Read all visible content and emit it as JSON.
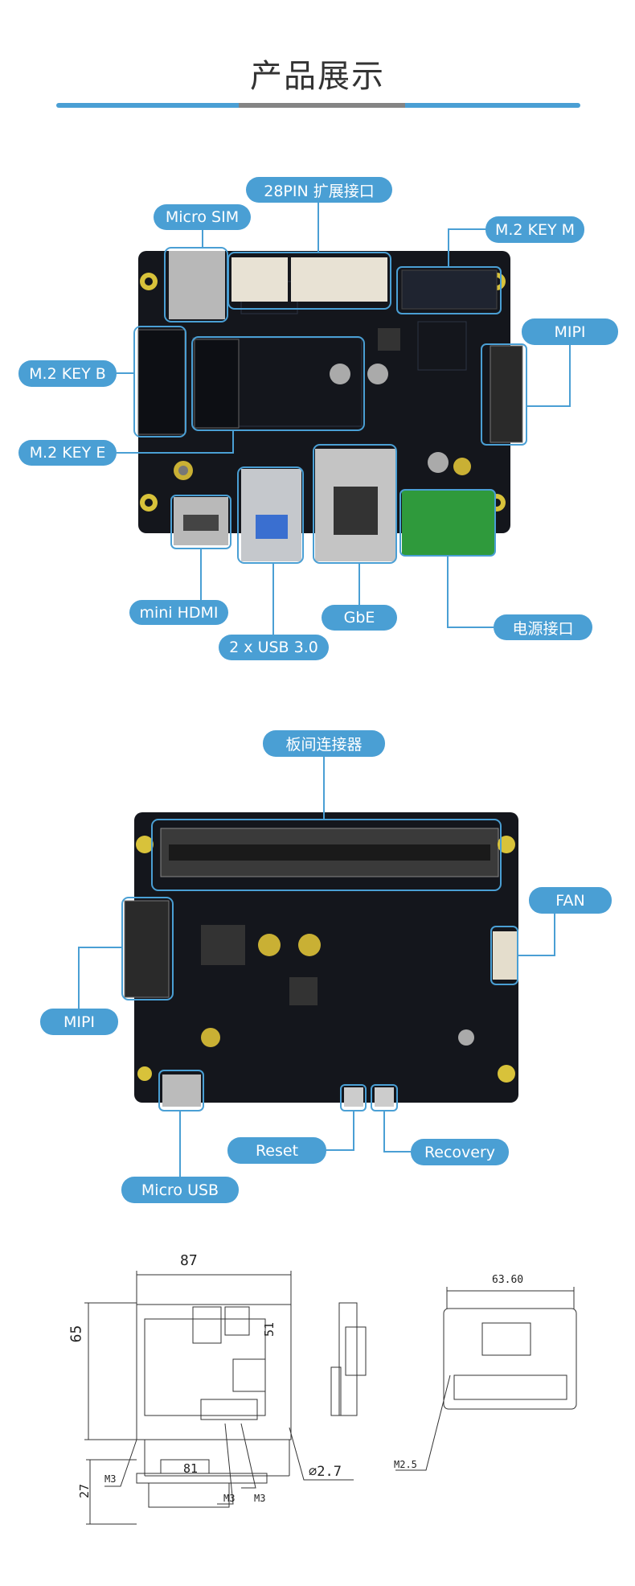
{
  "header": {
    "title": "产品展示"
  },
  "colors": {
    "accent": "#4a9fd4",
    "divider_mid": "#848484",
    "pcb": "#14161c"
  },
  "front_view": {
    "labels": {
      "pin28": "28PIN 扩展接口",
      "micro_sim": "Micro SIM",
      "m2_key_m": "M.2 KEY M",
      "mipi": "MIPI",
      "m2_key_b": "M.2 KEY B",
      "m2_key_e": "M.2 KEY E",
      "mini_hdmi": "mini HDMI",
      "gbe": "GbE",
      "usb": "2 x USB 3.0",
      "power": "电源接口"
    }
  },
  "back_view": {
    "labels": {
      "board_connector": "板间连接器",
      "fan": "FAN",
      "mipi": "MIPI",
      "reset": "Reset",
      "recovery": "Recovery",
      "micro_usb": "Micro USB"
    }
  },
  "dimensions": {
    "width": "87",
    "height": "65",
    "hole_v": "51",
    "hole_h": "81",
    "hole_d": "∅2.7",
    "m3_a": "M3",
    "m3_b": "M3",
    "m3_c": "M3",
    "back_width": "63.60",
    "m25": "M2.5",
    "thickness": "27"
  }
}
